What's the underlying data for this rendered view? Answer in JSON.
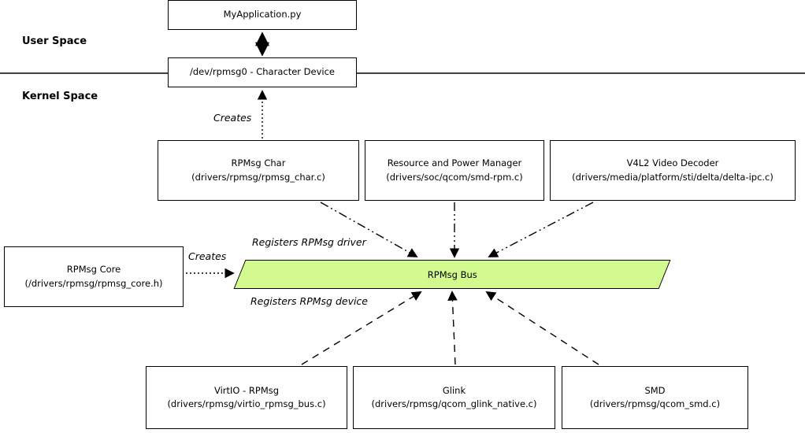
{
  "labels": {
    "user_space": "User Space",
    "kernel_space": "Kernel Space",
    "creates_char_device": "Creates",
    "creates_bus": "Creates",
    "registers_rpmsg_driver": "Registers RPMsg driver",
    "registers_rpmsg_device": "Registers RPMsg device"
  },
  "nodes": {
    "my_application": {
      "title": "MyApplication.py"
    },
    "char_device": {
      "title": "/dev/rpmsg0 - Character Device"
    },
    "rpmsg_char": {
      "title": "RPMsg Char",
      "path": "(drivers/rpmsg/rpmsg_char.c)"
    },
    "resource_power_manager": {
      "title": "Resource and Power Manager",
      "path": "(drivers/soc/qcom/smd-rpm.c)"
    },
    "v4l2_video_decoder": {
      "title": "V4L2 Video Decoder",
      "path": "(drivers/media/platform/sti/delta/delta-ipc.c)"
    },
    "rpmsg_core": {
      "title": "RPMsg Core",
      "path": "(/drivers/rpmsg/rpmsg_core.h)"
    },
    "rpmsg_bus": {
      "title": "RPMsg Bus"
    },
    "virtio_rpmsg": {
      "title": "VirtIO - RPMsg",
      "path": "(drivers/rpmsg/virtio_rpmsg_bus.c)"
    },
    "glink": {
      "title": "Glink",
      "path": "(drivers/rpmsg/qcom_glink_native.c)"
    },
    "smd": {
      "title": "SMD",
      "path": "(drivers/rpmsg/qcom_smd.c)"
    }
  },
  "colors": {
    "bus_fill": "#d3fa8f",
    "box_fill": "#ffffff",
    "box_border": "#000000",
    "line": "#000000"
  }
}
